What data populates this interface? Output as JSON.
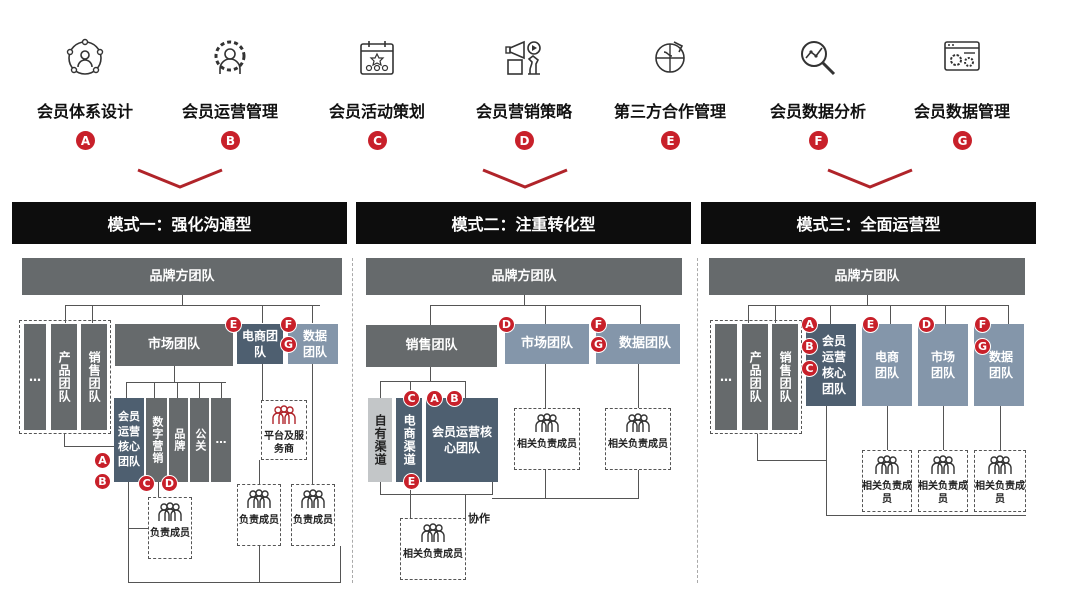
{
  "top_steps": [
    {
      "label": "会员体系设计",
      "letter": "A",
      "icon": "network-people-icon"
    },
    {
      "label": "会员运营管理",
      "letter": "B",
      "icon": "gear-person-icon"
    },
    {
      "label": "会员活动策划",
      "letter": "C",
      "icon": "calendar-event-icon"
    },
    {
      "label": "会员营销策略",
      "letter": "D",
      "icon": "megaphone-chess-icon"
    },
    {
      "label": "第三方合作管理",
      "letter": "E",
      "icon": "puzzle-handshake-icon"
    },
    {
      "label": "会员数据分析",
      "letter": "F",
      "icon": "magnifier-chart-icon"
    },
    {
      "label": "会员数据管理",
      "letter": "G",
      "icon": "browser-gears-icon"
    }
  ],
  "modes": [
    "模式一：强化沟通型",
    "模式二：注重转化型",
    "模式三：全面运营型"
  ],
  "mode1": {
    "brand": "品牌方团队",
    "dots": "…",
    "product": "产品团队",
    "sales": "销售团队",
    "market": "市场团队",
    "ecom": "电商团队",
    "data": "数据团队",
    "core": "会员运营核心团队",
    "digital": "数字营销",
    "brand_team": "品牌",
    "pr": "公关",
    "more": "…",
    "platform": "平台及服务商",
    "owner": "负责成员",
    "owner2": "负责成员",
    "owner3": "负责成员"
  },
  "mode2": {
    "brand": "品牌方团队",
    "sales": "销售团队",
    "market": "市场团队",
    "data": "数据团队",
    "own": "自有渠道",
    "ecom": "电商渠道",
    "core": "会员运营核心团队",
    "related": "相关负责成员",
    "related_m": "相关负责成员",
    "related_d": "相关负责成员",
    "collab": "协作"
  },
  "mode3": {
    "brand": "品牌方团队",
    "dots": "…",
    "product": "产品团队",
    "sales": "销售团队",
    "core": "会员运营核心团队",
    "ecom": "电商团队",
    "market": "市场团队",
    "data": "数据团队",
    "related": "相关负责成员",
    "related2": "相关负责成员",
    "related3": "相关负责成员"
  },
  "colors": {
    "accent": "#c8202a",
    "header": "#0d0d0d",
    "dark_box": "#666a6c",
    "slate_box": "#4e5f70",
    "light_box": "#8496aa"
  }
}
